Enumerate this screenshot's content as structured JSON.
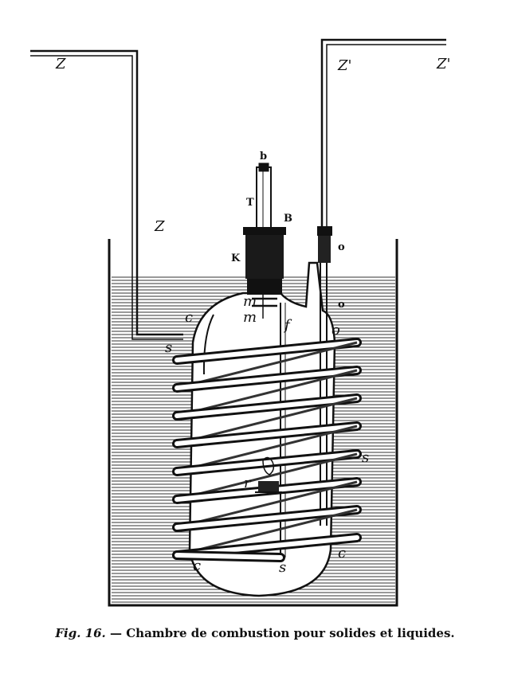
{
  "figure": {
    "labels": {
      "t_left_top": "Z",
      "t_left_mid": "Z",
      "t_right_1": "Z'",
      "t_right_2": "Z'",
      "b_top": "b",
      "T": "T",
      "B": "B",
      "K": "K",
      "o_upper": "o",
      "o_mid": "o",
      "o_lower": "o",
      "m_upper": "m",
      "m_lower": "m",
      "f": "f",
      "c_upper": "c",
      "c_left_bottom": "c",
      "c_right_bottom": "c",
      "s_top": "s",
      "s_right": "s",
      "s_bottom": "s",
      "r": "r"
    }
  },
  "caption": {
    "fig": "Fig. 16.",
    "dash": " — ",
    "text": "Chambre de combustion pour solides et liquides."
  }
}
